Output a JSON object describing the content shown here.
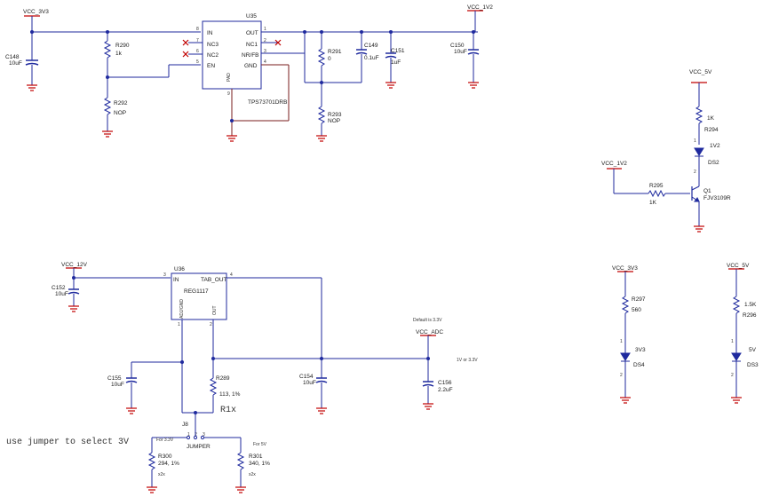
{
  "nets": {
    "vcc_3v3_top": "VCC_3V3",
    "vcc_1v2_top": "VCC_1V2",
    "vcc_5v_right": "VCC_5V",
    "vcc_1v2_mid": "VCC_1V2",
    "vcc_12v": "VCC_12V",
    "vcc_adc": "VCC_ADC",
    "vcc_3v3_right": "VCC_3V3",
    "vcc_5v_far": "VCC_5V"
  },
  "u35": {
    "ref": "U35",
    "part": "TPS73701DRB",
    "pins": {
      "in": "IN",
      "nc3": "NC3",
      "nc2": "NC2",
      "en": "EN",
      "out": "OUT",
      "nc1": "NC1",
      "nrfb": "NR/FB",
      "gnd": "GND",
      "pad": "PAD"
    },
    "pin_numbers": {
      "in": "8",
      "nc3": "7",
      "nc2": "6",
      "en": "5",
      "out": "1",
      "nc1": "2",
      "nrfb": "3",
      "gnd": "4",
      "pad": "9"
    }
  },
  "u36": {
    "ref": "U36",
    "part": "REG1117",
    "pins": {
      "in": "IN",
      "tab_out": "TAB_OUT",
      "adj": "ADJ/GND",
      "out": "OUT"
    },
    "pin_numbers": {
      "in": "3",
      "tab_out": "4",
      "adj": "1",
      "out": "2"
    }
  },
  "components": {
    "c148": {
      "ref": "C148",
      "value": "10uF"
    },
    "r290": {
      "ref": "R290",
      "value": "1k"
    },
    "r292": {
      "ref": "R292",
      "value": "NOP"
    },
    "r291": {
      "ref": "R291",
      "value": "0"
    },
    "r293": {
      "ref": "R293",
      "value": "NOP"
    },
    "c149": {
      "ref": "C149",
      "value": "0.1uF"
    },
    "c151": {
      "ref": "C151",
      "value": "1uF"
    },
    "c150": {
      "ref": "C150",
      "value": "10uF"
    },
    "r294": {
      "ref": "R294",
      "value": "1K"
    },
    "ds2": {
      "ref": "DS2",
      "value": "1V2"
    },
    "r295": {
      "ref": "R295",
      "value": "1K"
    },
    "q1": {
      "ref": "Q1",
      "value": "FJV3109R"
    },
    "c152": {
      "ref": "C152",
      "value": "10uF"
    },
    "c155": {
      "ref": "C155",
      "value": "10uF"
    },
    "r289": {
      "ref": "R289",
      "value": "113, 1%"
    },
    "c154": {
      "ref": "C154",
      "value": "10uF"
    },
    "c156": {
      "ref": "C156",
      "value": "2.2uF"
    },
    "r297": {
      "ref": "R297",
      "value": "560"
    },
    "ds4": {
      "ref": "DS4",
      "value": "3V3"
    },
    "r296": {
      "ref": "R296",
      "value": "1.5K"
    },
    "ds3": {
      "ref": "DS3",
      "value": "5V"
    },
    "j8": {
      "ref": "J8",
      "value": "JUMPER"
    },
    "r300": {
      "ref": "R300",
      "value": "294, 1%",
      "note": "x2x"
    },
    "r301": {
      "ref": "R301",
      "value": "340, 1%",
      "note": "x2x"
    }
  },
  "annotations": {
    "default_3v3": "Default is 3.3V",
    "range": "1V or 3.3V",
    "r1x": "R1x",
    "for_3v3": "For 3.3V",
    "for_5v": "For 5V",
    "jumper_note": "use jumper to select 3V"
  }
}
